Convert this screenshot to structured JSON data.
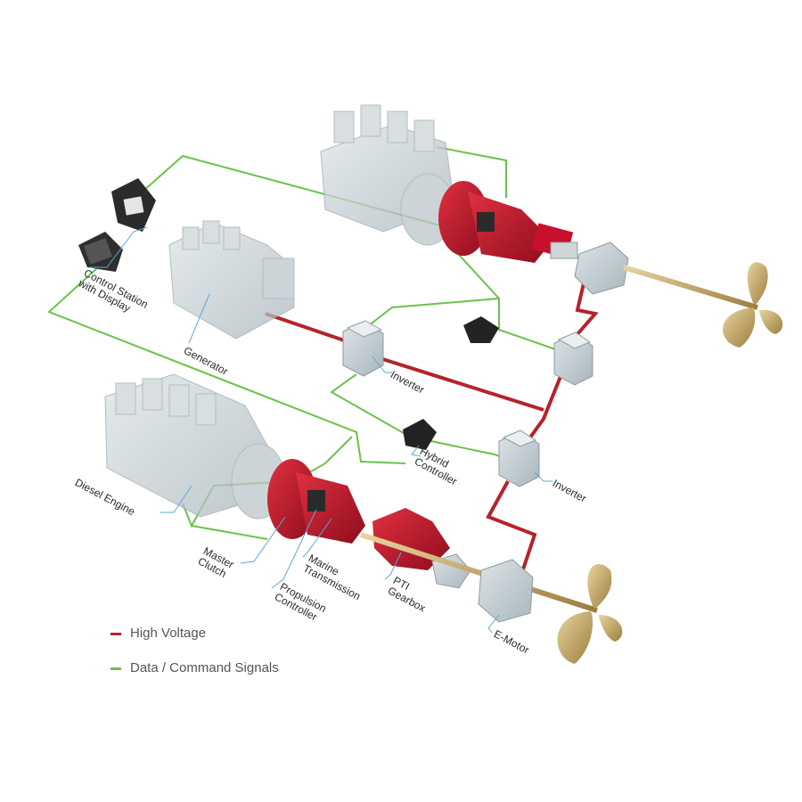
{
  "labels": {
    "control_station": "Control Station\nwith Display",
    "generator": "Generator",
    "inverter_top": "Inverter",
    "diesel_engine": "Diesel Engine",
    "hybrid_controller": "Hybrid\nController",
    "inverter_bottom": "Inverter",
    "master_clutch": "Master\nClutch",
    "marine_transmission": "Marine\nTransmission",
    "propulsion_controller": "Propulsion\nController",
    "pti_gearbox": "PTI\nGearbox",
    "e_motor": "E-Motor"
  },
  "legend": {
    "high_voltage": "High Voltage",
    "data_signals": "Data / Command Signals"
  },
  "colors": {
    "high_voltage": "#b5232a",
    "data_signals": "#6cc24a",
    "transmission_red": "#c8102e",
    "engine_grey": "#c9d2d6",
    "leader_blue": "#5aa9d6",
    "prop_brass": "#c9a862"
  }
}
